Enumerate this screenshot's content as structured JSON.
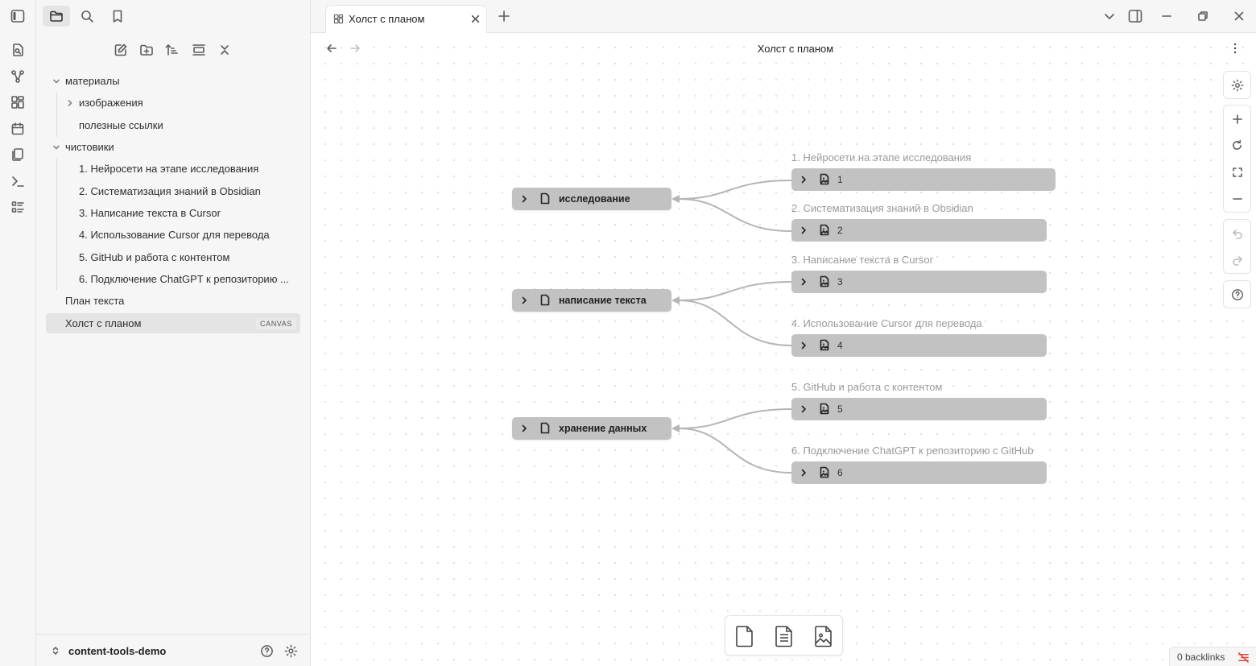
{
  "ribbon": {
    "items": [
      "open-quick-switcher-icon",
      "graph-view-icon",
      "canvas-icon",
      "daily-notes-icon",
      "templates-icon",
      "command-palette-icon",
      "bases-icon"
    ]
  },
  "sidebar": {
    "tabs": [
      "files",
      "search",
      "bookmarks"
    ],
    "active_tab": "files",
    "nav_actions": [
      "new-note",
      "new-folder",
      "sort",
      "collapse",
      "close"
    ],
    "tree": {
      "folder1": "материалы",
      "folder1_sub": "изображения",
      "folder1_file": "полезные ссылки",
      "folder2": "чистовики",
      "folder2_files": [
        "1. Нейросети на этапе исследования",
        "2. Систематизация знаний в Obsidian",
        "3. Написание текста в Cursor",
        "4. Использование Cursor для перевода",
        "5. GitHub и работа с контентом",
        "6. Подключение ChatGPT к репозиторию ..."
      ],
      "file_plan": "План текста",
      "file_canvas": "Холст с планом",
      "canvas_badge": "CANVAS"
    },
    "vault_name": "content-tools-demo"
  },
  "tabs": {
    "active_tab_title": "Холст с планом"
  },
  "view": {
    "title": "Холст с планом"
  },
  "canvas": {
    "groups": [
      "исследование",
      "написание текста",
      "хранение данных"
    ],
    "files": [
      {
        "title": "1. Нейросети на этапе исследования",
        "num": "1"
      },
      {
        "title": "2. Систематизация знаний в Obsidian",
        "num": "2"
      },
      {
        "title": "3. Написание текста в Cursor",
        "num": "3"
      },
      {
        "title": "4. Использование Cursor для перевода",
        "num": "4"
      },
      {
        "title": "5. GitHub и работа с контентом",
        "num": "5"
      },
      {
        "title": "6. Подключение ChatGPT к репозиторию с GitHub",
        "num": "6"
      }
    ],
    "edge_color": "#b5b5b5",
    "node_color": "#c2c2c2"
  },
  "status": {
    "backlinks": "0 backlinks"
  }
}
